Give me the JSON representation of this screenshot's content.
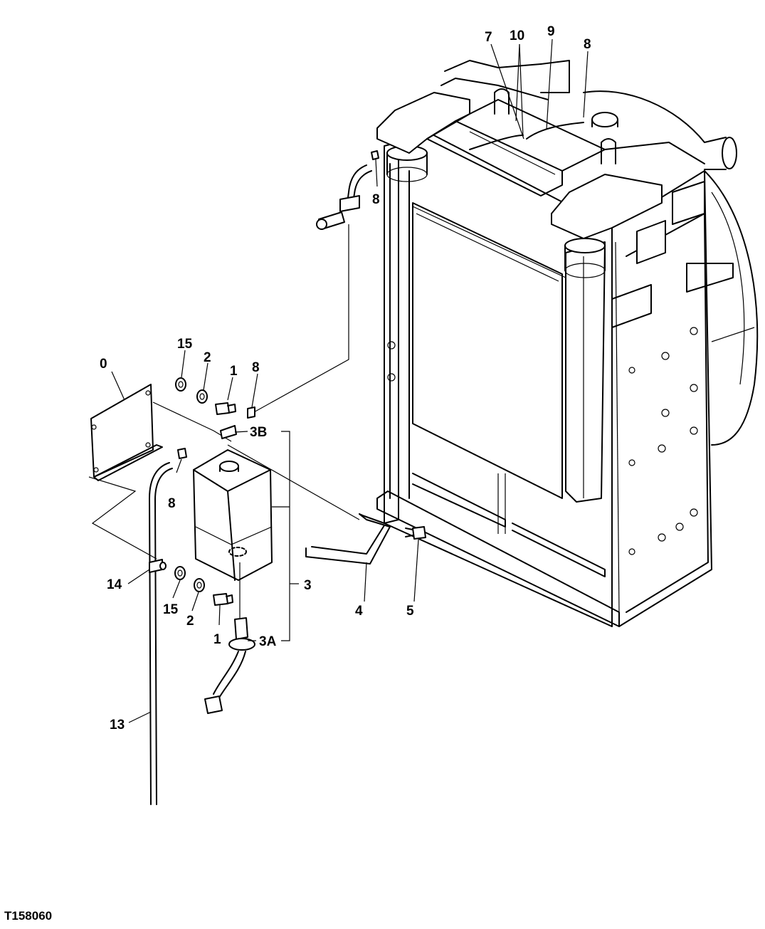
{
  "figure_id": "T158060",
  "callouts": {
    "c0": "0",
    "c1a": "1",
    "c1b": "1",
    "c2a": "2",
    "c2b": "2",
    "c3": "3",
    "c3a": "3A",
    "c3b": "3B",
    "c4": "4",
    "c5": "5",
    "c7": "7",
    "c8a": "8",
    "c8b": "8",
    "c8c": "8",
    "c8d": "8",
    "c9": "9",
    "c10": "10",
    "c13": "13",
    "c14": "14",
    "c15a": "15",
    "c15b": "15"
  }
}
